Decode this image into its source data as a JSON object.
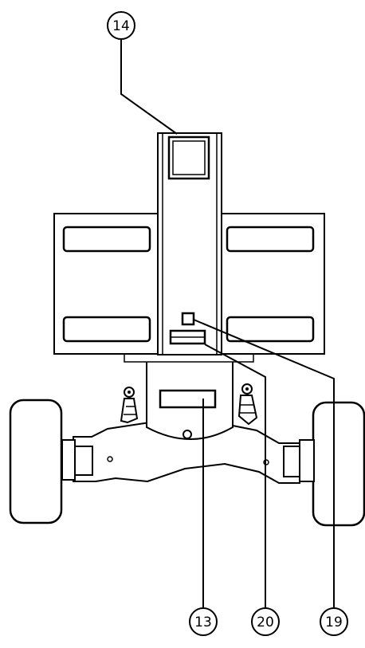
{
  "callouts": {
    "c14": "14",
    "c13": "13",
    "c20": "20",
    "c19": "19"
  },
  "colors": {
    "line": "#000000",
    "background": "#ffffff"
  }
}
